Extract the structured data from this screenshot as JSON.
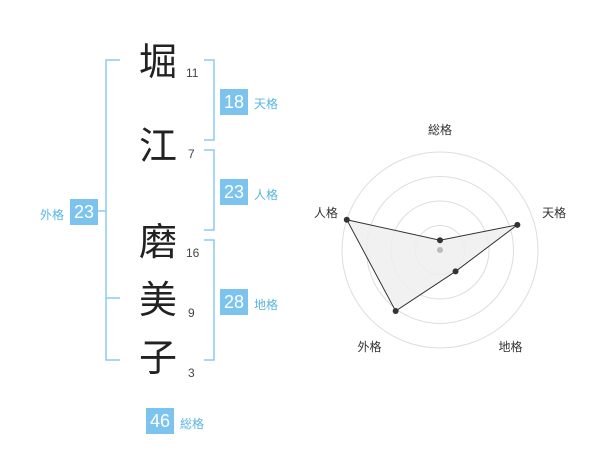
{
  "name": {
    "chars": [
      {
        "char": "堀",
        "strokes": "11"
      },
      {
        "char": "江",
        "strokes": "7"
      },
      {
        "char": "磨",
        "strokes": "16"
      },
      {
        "char": "美",
        "strokes": "9"
      },
      {
        "char": "子",
        "strokes": "3"
      }
    ]
  },
  "fortunes": {
    "tenkaku": {
      "value": "18",
      "label": "天格"
    },
    "jinkaku": {
      "value": "23",
      "label": "人格"
    },
    "chikaku": {
      "value": "28",
      "label": "地格"
    },
    "gaikaku": {
      "value": "23",
      "label": "外格"
    },
    "soukaku": {
      "value": "46",
      "label": "総格"
    }
  },
  "radar": {
    "axes": [
      "総格",
      "天格",
      "地格",
      "外格",
      "人格"
    ],
    "values": [
      0.1,
      0.83,
      0.27,
      0.77,
      1.0
    ],
    "rings": 4,
    "line_color": "#333333",
    "fill_color": "#eeeeee",
    "ring_color": "#dddddd",
    "accent": "#7cc4ee"
  }
}
